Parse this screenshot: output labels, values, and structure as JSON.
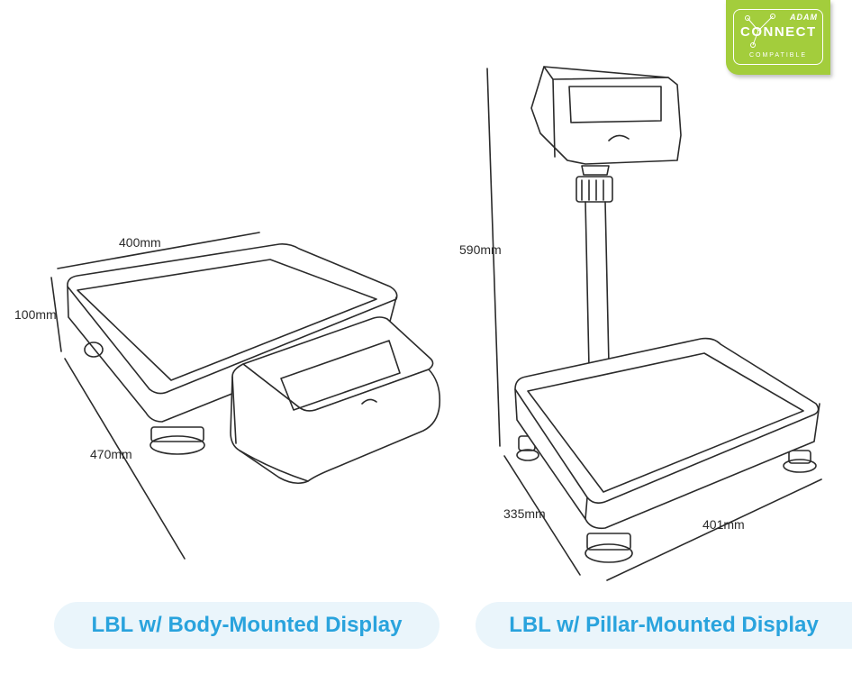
{
  "badge": {
    "brand": "ADAM",
    "word": "CONNECT",
    "sub": "COMPATIBLE",
    "color": "#a3cd3c"
  },
  "body_mounted": {
    "width_label": "400mm",
    "height_label": "100mm",
    "depth_label": "470mm",
    "caption": "LBL w/ Body-Mounted Display"
  },
  "pillar_mounted": {
    "height_label": "590mm",
    "depth_label": "335mm",
    "width_label": "401mm",
    "caption": "LBL w/ Pillar-Mounted Display"
  },
  "colors": {
    "caption_text": "#29a3dd",
    "caption_bg": "#eaf5fb",
    "line": "#2b2b2b"
  }
}
